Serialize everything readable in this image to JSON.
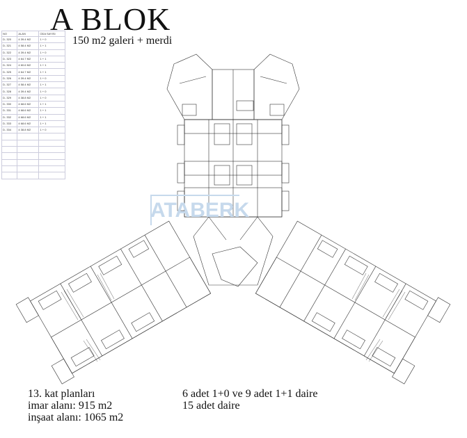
{
  "block_title": "A BLOK",
  "subtitle": "150 m2 galeri + merdi",
  "table": {
    "headers": [
      "NO",
      "ALAN",
      "ODA SAYISI"
    ],
    "rows": [
      [
        "D- 320",
        "4 39.4 M2",
        "1 + 0"
      ],
      [
        "D- 321",
        "4 58.4 M2",
        "1 + 1"
      ],
      [
        "D- 322",
        "4 39.4 M2",
        "1 + 0"
      ],
      [
        "D- 323",
        "4 64.7 M2",
        "1 + 1"
      ],
      [
        "D- 324",
        "4 60.6 M2",
        "1 + 1"
      ],
      [
        "D- 325",
        "4 64.7 M2",
        "1 + 1"
      ],
      [
        "D- 326",
        "4 39.4 M2",
        "1 + 0"
      ],
      [
        "D- 327",
        "4 58.4 M2",
        "1 + 1"
      ],
      [
        "D- 328",
        "4 39.4 M2",
        "1 + 0"
      ],
      [
        "D- 329",
        "4 38.8 M2",
        "1 + 0"
      ],
      [
        "D- 330",
        "4 68.6 M2",
        "1 + 1"
      ],
      [
        "D- 331",
        "4 68.6 M2",
        "1 + 1"
      ],
      [
        "D- 332",
        "4 68.6 M2",
        "1 + 1"
      ],
      [
        "D- 333",
        "4 68.6 M2",
        "1 + 1"
      ],
      [
        "D- 334",
        "4 38.8 M2",
        "1 + 0"
      ],
      [
        "",
        "",
        ""
      ],
      [
        "",
        "",
        ""
      ],
      [
        "",
        "",
        ""
      ],
      [
        "",
        "",
        ""
      ],
      [
        "",
        "",
        ""
      ],
      [
        "",
        "",
        ""
      ],
      [
        "",
        "",
        ""
      ]
    ]
  },
  "watermark": "ATABERK",
  "notes_left": [
    "13. kat planları",
    "imar alanı: 915 m2",
    "inşaat alanı: 1065 m2"
  ],
  "notes_right": [
    "6 adet 1+0 ve 9 adet 1+1 daire",
    "15 adet daire"
  ],
  "colors": {
    "line": "#333333",
    "watermark": "#c6d9ec",
    "table_grid": "#ccccdd"
  }
}
